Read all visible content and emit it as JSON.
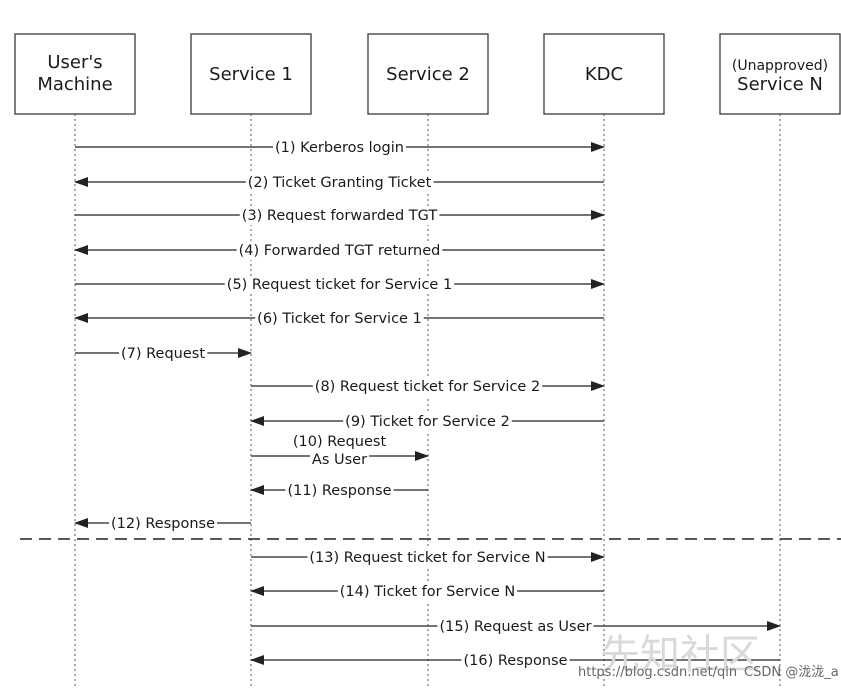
{
  "actors": [
    {
      "id": "user",
      "lines": [
        "User's",
        "Machine"
      ]
    },
    {
      "id": "svc1",
      "lines": [
        "Service 1"
      ]
    },
    {
      "id": "svc2",
      "lines": [
        "Service 2"
      ]
    },
    {
      "id": "kdc",
      "lines": [
        "KDC"
      ]
    },
    {
      "id": "svcn",
      "lines": [
        "(Unapproved)",
        "Service N"
      ]
    }
  ],
  "messages": [
    {
      "from": "user",
      "to": "kdc",
      "lines": [
        "(1) Kerberos login"
      ]
    },
    {
      "from": "kdc",
      "to": "user",
      "lines": [
        "(2) Ticket Granting Ticket"
      ]
    },
    {
      "from": "user",
      "to": "kdc",
      "lines": [
        "(3) Request forwarded TGT"
      ]
    },
    {
      "from": "kdc",
      "to": "user",
      "lines": [
        "(4) Forwarded TGT returned"
      ]
    },
    {
      "from": "user",
      "to": "kdc",
      "lines": [
        "(5) Request ticket for Service 1"
      ]
    },
    {
      "from": "kdc",
      "to": "user",
      "lines": [
        "(6) Ticket for Service 1"
      ]
    },
    {
      "from": "user",
      "to": "svc1",
      "lines": [
        "(7) Request"
      ]
    },
    {
      "from": "svc1",
      "to": "kdc",
      "lines": [
        "(8) Request ticket for Service 2"
      ]
    },
    {
      "from": "kdc",
      "to": "svc1",
      "lines": [
        "(9) Ticket for Service 2"
      ]
    },
    {
      "from": "svc1",
      "to": "svc2",
      "lines": [
        "(10) Request",
        "As User"
      ]
    },
    {
      "from": "svc2",
      "to": "svc1",
      "lines": [
        "(11) Response"
      ]
    },
    {
      "from": "svc1",
      "to": "user",
      "lines": [
        "(12) Response"
      ]
    },
    {
      "divider": true
    },
    {
      "from": "svc1",
      "to": "kdc",
      "lines": [
        "(13) Request ticket for Service N"
      ]
    },
    {
      "from": "kdc",
      "to": "svc1",
      "lines": [
        "(14) Ticket for Service N"
      ]
    },
    {
      "from": "svc1",
      "to": "svcn",
      "lines": [
        "(15) Request as User"
      ]
    },
    {
      "from": "svcn",
      "to": "svc1",
      "lines": [
        "(16) Response"
      ]
    }
  ],
  "watermark": {
    "big": "先知社区",
    "url": "https://blog.csdn.net/qin",
    "credit": "CSDN @泷泷_a"
  }
}
